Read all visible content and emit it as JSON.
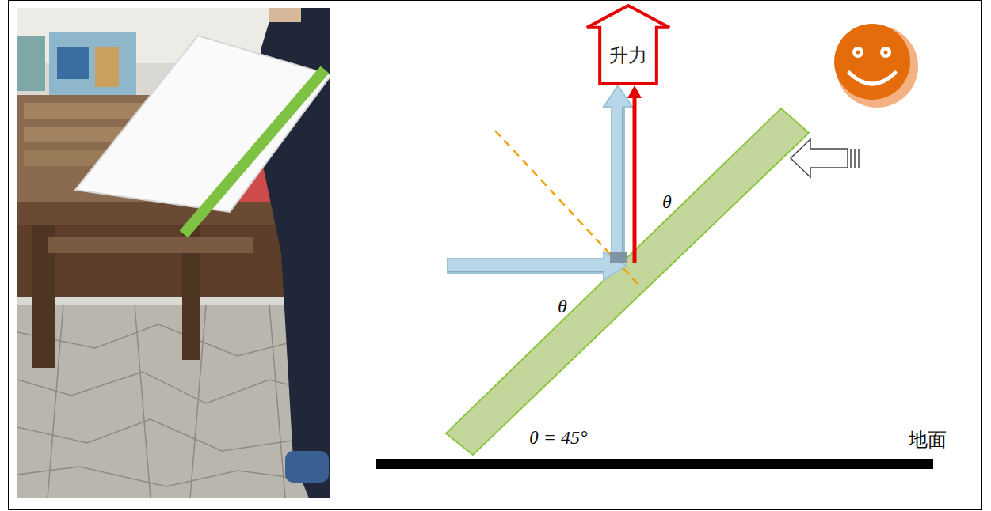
{
  "diagram": {
    "nodes": [
      {
        "text": [
          "升力"
        ]
      }
    ],
    "labels": [
      "θ",
      "θ",
      "θ = 45°",
      "地面"
    ]
  }
}
